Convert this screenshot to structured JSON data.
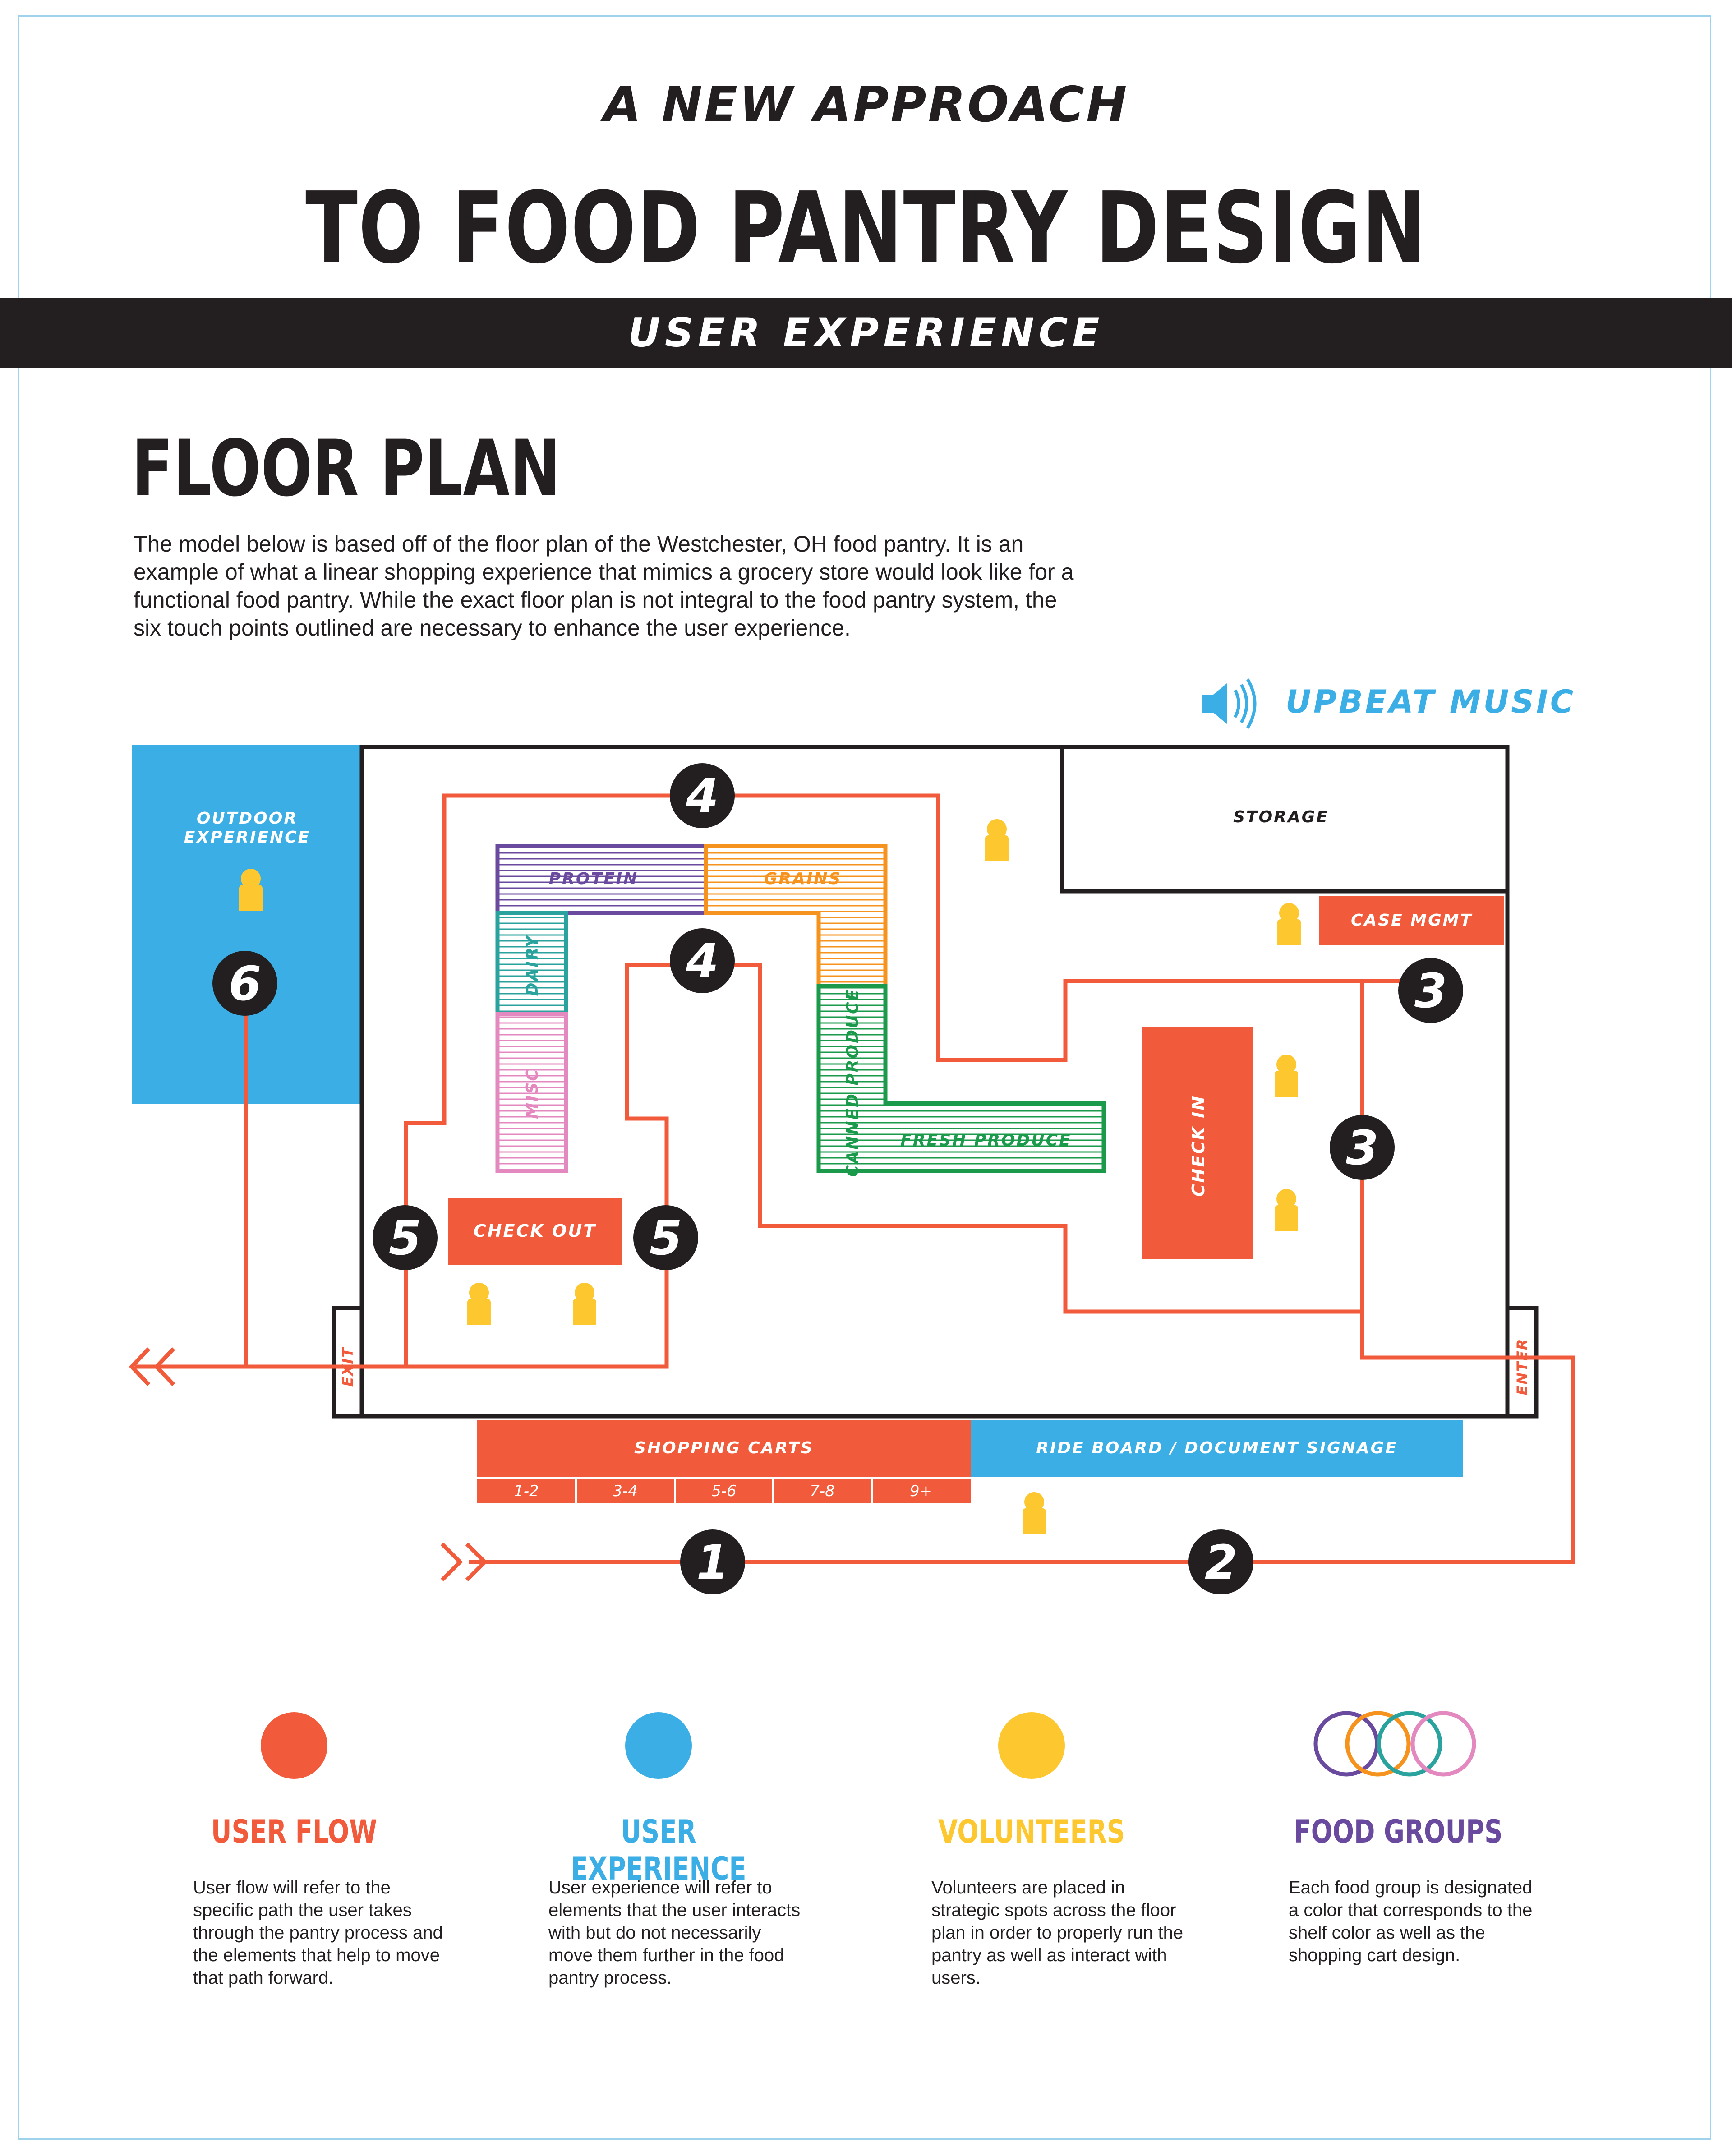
{
  "header": {
    "pre_title": "A NEW APPROACH",
    "title": "TO FOOD PANTRY DESIGN",
    "banner": "USER EXPERIENCE"
  },
  "floor_plan": {
    "heading": "FLOOR PLAN",
    "intro": "The model below is based off of the floor plan of the Westchester, OH food pantry. It is an example of what a linear shopping experience that mimics a grocery store would look like for a functional food pantry. While the exact floor plan is not integral to the food pantry system, the six touch points outlined are necessary to enhance the user experience."
  },
  "diagram": {
    "music_label": "UPBEAT MUSIC",
    "outdoor_label_line1": "OUTDOOR",
    "outdoor_label_line2": "EXPERIENCE",
    "storage": "STORAGE",
    "case_mgmt": "CASE MGMT",
    "check_in": "CHECK IN",
    "check_out": "CHECK OUT",
    "exit": "EXIT",
    "enter": "ENTER",
    "shelves": {
      "protein": "PROTEIN",
      "grains": "GRAINS",
      "dairy": "DAIRY",
      "misc": "MISC",
      "canned_produce": "CANNED PRODUCE",
      "fresh_produce": "FRESH PRODUCE"
    },
    "shopping_carts": "SHOPPING CARTS",
    "cart_sizes": [
      "1-2",
      "3-4",
      "5-6",
      "7-8",
      "9+"
    ],
    "ride_board": "RIDE BOARD / DOCUMENT SIGNAGE",
    "touch_points": [
      "1",
      "2",
      "3",
      "3",
      "4",
      "4",
      "5",
      "5",
      "6"
    ]
  },
  "colors": {
    "user_flow": "#f15a3a",
    "user_experience": "#3aaee5",
    "volunteers": "#fcc72f",
    "protein": "#6a4a9e",
    "grains": "#f6931e",
    "dairy": "#2aa39e",
    "misc": "#e389c0",
    "produce": "#1a9a4a",
    "food_groups": "#6a4a9e",
    "ink": "#231f20"
  },
  "legend": [
    {
      "title": "USER FLOW",
      "description": "User flow will refer to the specific path the user takes through the pantry process and the elements that help to move that path forward."
    },
    {
      "title": "USER EXPERIENCE",
      "description": "User experience will refer to elements that the user interacts with but do not necessarily move them further in the food pantry process."
    },
    {
      "title": "VOLUNTEERS",
      "description": "Volunteers are placed in strategic spots across the floor plan in order to properly run the pantry as well as interact with users."
    },
    {
      "title": "FOOD GROUPS",
      "description": "Each food group is designated a color that corresponds to the shelf color as well as the shopping cart design."
    }
  ]
}
